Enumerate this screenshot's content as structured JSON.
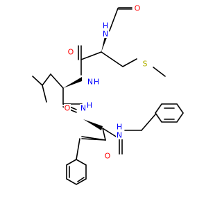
{
  "atom_labels": {
    "formyl_o": "O",
    "formyl_n": "N",
    "formyl_h": "H",
    "sulfur": "S",
    "amide1_o": "O",
    "amide1_n": "N",
    "amide1_h": "H",
    "amide2_o": "O",
    "amide2_n": "N",
    "amide2_h": "H",
    "amide3_o": "O",
    "amide3_n": "N",
    "amide3_h": "H"
  },
  "colors": {
    "bond": "#000000",
    "oxygen": "#ff0000",
    "nitrogen": "#0000ff",
    "sulfur": "#b2b200"
  }
}
